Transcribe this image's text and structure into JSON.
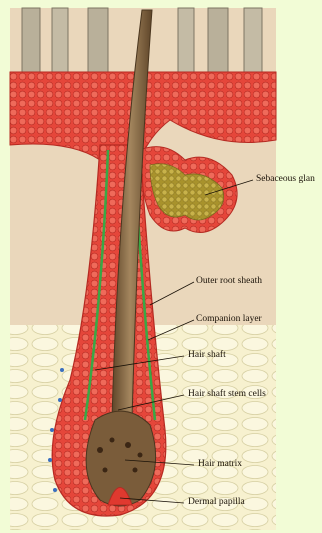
{
  "diagram": {
    "labels": [
      {
        "id": "sebaceous",
        "text": "Sebaceous glan"
      },
      {
        "id": "outer-root-sheath",
        "text": "Outer root sheath"
      },
      {
        "id": "companion-layer",
        "text": "Companion layer"
      },
      {
        "id": "hair-shaft",
        "text": "Hair shaft"
      },
      {
        "id": "hair-shaft-stem-cells",
        "text": "Hair shaft stem cells"
      },
      {
        "id": "hair-matrix",
        "text": "Hair matrix"
      },
      {
        "id": "dermal-papilla",
        "text": "Dermal papilla"
      }
    ],
    "colors": {
      "background": "#f2fcd6",
      "epidermis": "#e0392f",
      "dermis": "#ead7bb",
      "fat": "#f7f1cf",
      "hair": "#8a6a45",
      "gland": "#b8a23a",
      "companion": "#39a845",
      "sheath_blue": "#3a6fbf"
    }
  }
}
